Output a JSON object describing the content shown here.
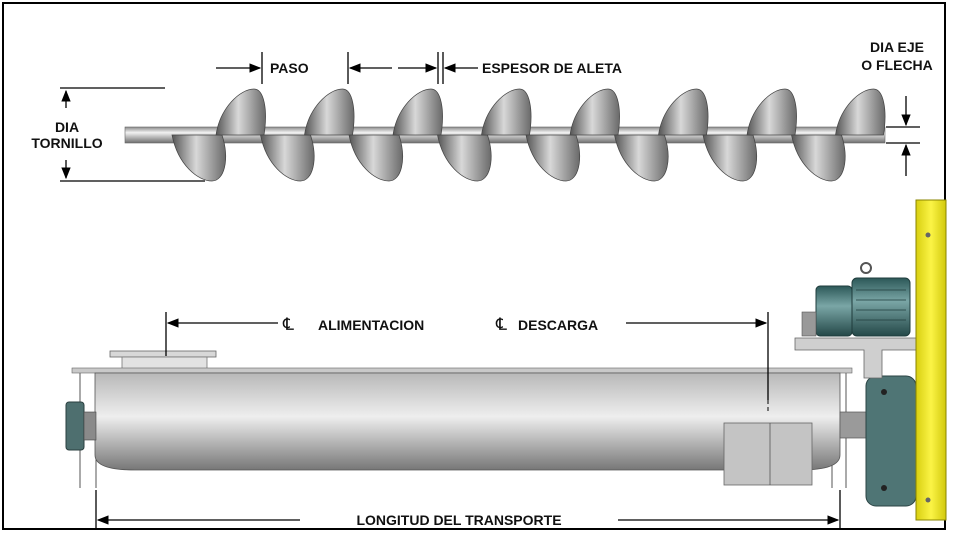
{
  "labels": {
    "paso": "PASO",
    "espesor_aleta": "ESPESOR DE ALETA",
    "dia_eje_line1": "DIA EJE",
    "dia_eje_line2": "O FLECHA",
    "dia_tornillo_line1": "DIA",
    "dia_tornillo_line2": "TORNILLO",
    "centerline_symbol": "℄",
    "alimentacion": "ALIMENTACION",
    "descarga": "DESCARGA",
    "longitud": "LONGITUD DEL TRANSPORTE"
  },
  "colors": {
    "frame": "#000000",
    "metal_light": "#eeeeee",
    "metal_dark": "#7a7a7a",
    "motor": "#3c6e6e",
    "plate_yellow": "#f5ee2a"
  }
}
